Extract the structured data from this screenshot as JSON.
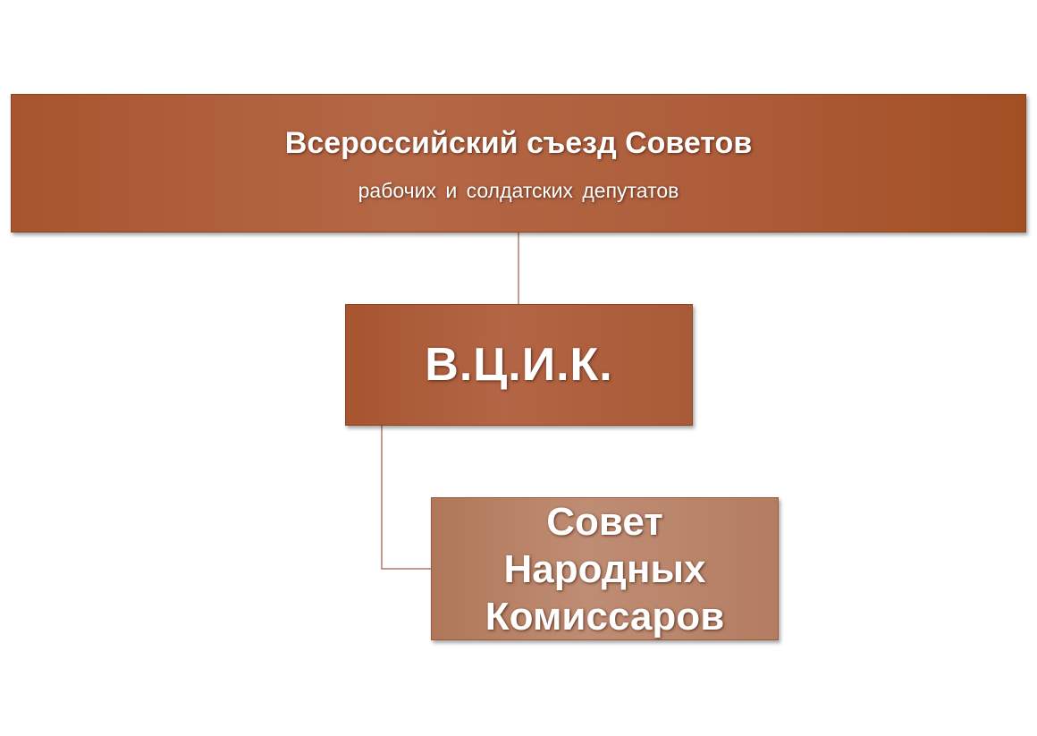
{
  "diagram": {
    "nodes": [
      {
        "id": "congress",
        "title": "Всероссийский съезд Советов",
        "subtitle": "рабочих и солдатских депутатов"
      },
      {
        "id": "vtsik",
        "title": "В.Ц.И.К."
      },
      {
        "id": "sovnarkom",
        "lines": [
          "Совет",
          "Народных",
          "Комиссаров"
        ]
      }
    ],
    "edges": [
      {
        "from": "congress",
        "to": "vtsik"
      },
      {
        "from": "vtsik",
        "to": "sovnarkom"
      }
    ],
    "colors": {
      "top_fill": "#ad5d3a",
      "mid_fill": "#ad5d3a",
      "bottom_fill": "#b8836a",
      "connector": "#b07a68",
      "text": "#ffffff"
    }
  }
}
